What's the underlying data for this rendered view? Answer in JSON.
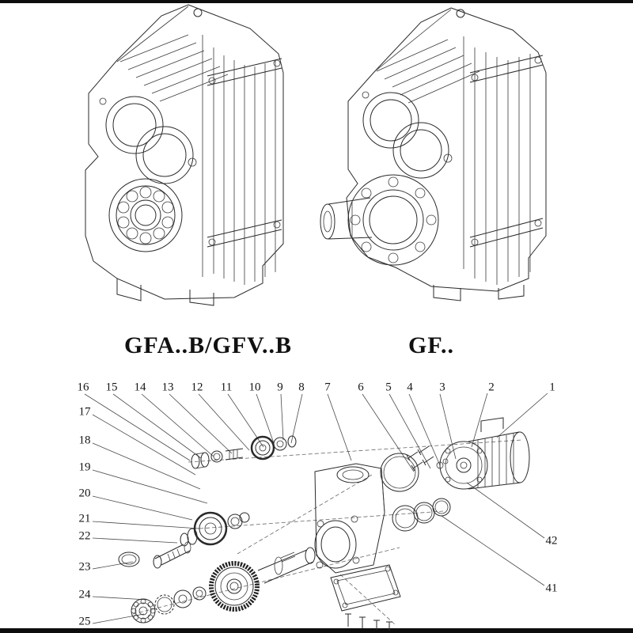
{
  "models": {
    "left_label": "GFA..B/GFV..B",
    "right_label": "GF.."
  },
  "exploded": {
    "top_row": [
      "16",
      "15",
      "14",
      "13",
      "12",
      "11",
      "10",
      "9",
      "8",
      "7",
      "6",
      "5",
      "4",
      "3",
      "2",
      "1"
    ],
    "left_column": [
      "17",
      "18",
      "19",
      "20",
      "21",
      "22",
      "23",
      "24",
      "25"
    ],
    "right_column": [
      "42",
      "41"
    ]
  }
}
